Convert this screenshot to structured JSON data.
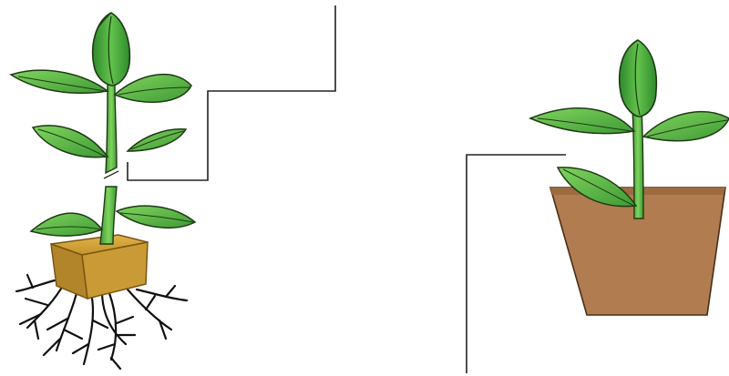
{
  "figure": {
    "panels": [
      {
        "id": "left",
        "subject": "plant-with-soil-block-and-roots",
        "icons": [
          "tulip-bud-icon",
          "leaf-icon",
          "stem-cut-icon",
          "soil-block-icon",
          "roots-icon"
        ]
      },
      {
        "id": "right",
        "subject": "plant-in-pot",
        "icons": [
          "tulip-bud-icon",
          "leaf-icon",
          "flower-pot-icon"
        ]
      }
    ]
  },
  "colors": {
    "leaf": "#5dbb46",
    "leaf_dark": "#2f7d2a",
    "stem": "#5cb84a",
    "outline": "#1e3a14",
    "soil": "#c89a33",
    "soil_side": "#a87a23",
    "pot": "#b17d52",
    "pot_rim": "#9a6a43",
    "roots": "#111111",
    "bracket_line": "#222222",
    "background": "#ffffff"
  }
}
